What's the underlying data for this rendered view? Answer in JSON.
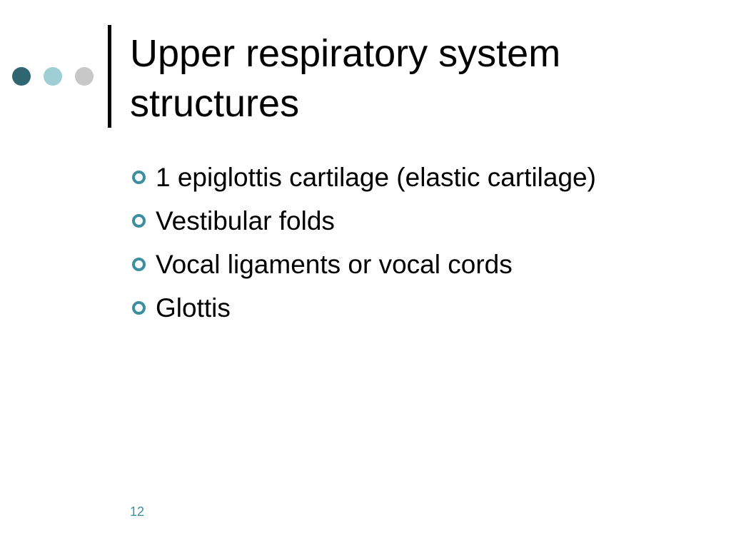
{
  "slide": {
    "title": "Upper respiratory system structures",
    "bullets": [
      "1 epiglottis cartilage (elastic cartilage)",
      "Vestibular folds",
      "Vocal ligaments or vocal cords",
      "Glottis"
    ],
    "page_number": "12"
  },
  "decoration": {
    "dot_colors": [
      "#2f6672",
      "#9ecfd4",
      "#c8c8c8"
    ],
    "accent_color": "#3c8fa0",
    "bullet_icon": "hollow-circle-icon"
  }
}
